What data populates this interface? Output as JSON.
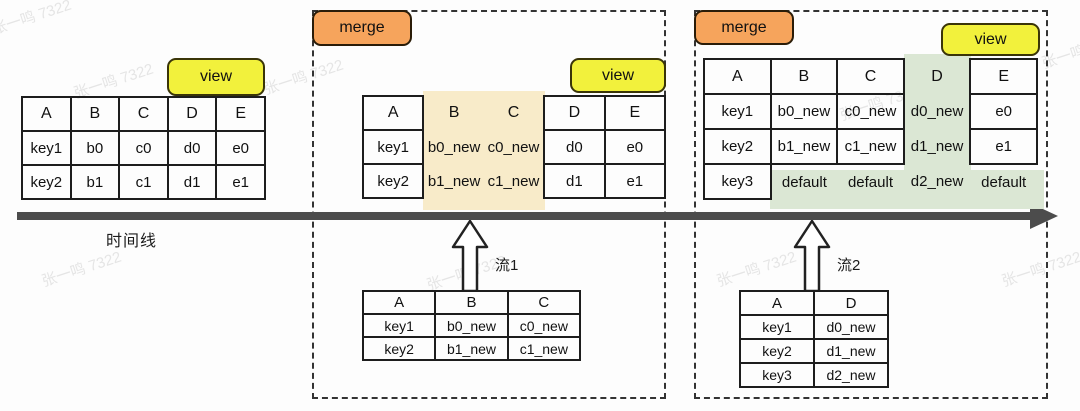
{
  "watermark": {
    "text": "张一鸣 7322"
  },
  "timeline": {
    "label": "时间线"
  },
  "badges": {
    "merge_label": "merge",
    "view_label": "view"
  },
  "streams": {
    "stream1_label": "流1",
    "stream2_label": "流2"
  },
  "colors": {
    "merge_bg": "#f6a45c",
    "view_bg": "#f2f13c",
    "stream1_highlight": "#f8ebc9",
    "stream2_highlight": "#dbe7d4",
    "timeline_bar": "#4c4c4c",
    "table_border": "#1d1d1d"
  },
  "tables": {
    "base": {
      "headers": [
        "A",
        "B",
        "C",
        "D",
        "E"
      ],
      "rows": [
        [
          "key1",
          "b0",
          "c0",
          "d0",
          "e0"
        ],
        [
          "key2",
          "b1",
          "c1",
          "d1",
          "e1"
        ]
      ]
    },
    "merged1": {
      "headers": [
        "A",
        "B",
        "C",
        "D",
        "E"
      ],
      "rows": [
        [
          "key1",
          "b0_new",
          "c0_new",
          "d0",
          "e0"
        ],
        [
          "key2",
          "b1_new",
          "c1_new",
          "d1",
          "e1"
        ]
      ],
      "highlight_cols": [
        1,
        2
      ],
      "highlight_cells": []
    },
    "merged2": {
      "headers": [
        "A",
        "B",
        "C",
        "D",
        "E"
      ],
      "rows": [
        [
          "key1",
          "b0_new",
          "c0_new",
          "d0_new",
          "e0"
        ],
        [
          "key2",
          "b1_new",
          "c1_new",
          "d1_new",
          "e1"
        ],
        [
          "key3",
          "default",
          "default",
          "d2_new",
          "default"
        ]
      ],
      "highlight_cols": [
        3
      ],
      "highlight_cells": [
        [
          2,
          1
        ],
        [
          2,
          2
        ],
        [
          2,
          4
        ]
      ]
    },
    "stream1": {
      "headers": [
        "A",
        "B",
        "C"
      ],
      "rows": [
        [
          "key1",
          "b0_new",
          "c0_new"
        ],
        [
          "key2",
          "b1_new",
          "c1_new"
        ]
      ]
    },
    "stream2": {
      "headers": [
        "A",
        "D"
      ],
      "rows": [
        [
          "key1",
          "d0_new"
        ],
        [
          "key2",
          "d1_new"
        ],
        [
          "key3",
          "d2_new"
        ]
      ]
    }
  }
}
